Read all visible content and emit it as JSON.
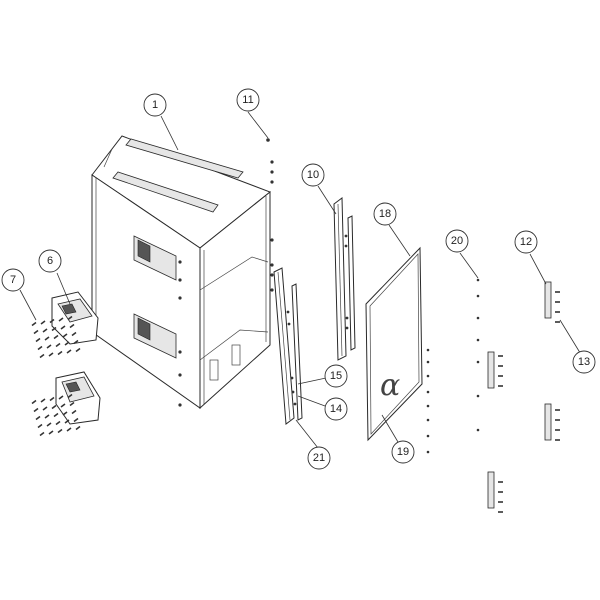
{
  "diagram": {
    "callouts": [
      {
        "id": "1",
        "label": "1"
      },
      {
        "id": "6",
        "label": "6"
      },
      {
        "id": "7",
        "label": "7"
      },
      {
        "id": "10",
        "label": "10"
      },
      {
        "id": "11",
        "label": "11"
      },
      {
        "id": "12",
        "label": "12"
      },
      {
        "id": "13",
        "label": "13"
      },
      {
        "id": "14",
        "label": "14"
      },
      {
        "id": "15",
        "label": "15"
      },
      {
        "id": "18",
        "label": "18"
      },
      {
        "id": "19",
        "label": "19"
      },
      {
        "id": "20",
        "label": "20"
      },
      {
        "id": "21",
        "label": "21"
      }
    ],
    "logo_mark": "α",
    "colors": {
      "line": "#2a2a2a",
      "background": "#ffffff"
    }
  }
}
